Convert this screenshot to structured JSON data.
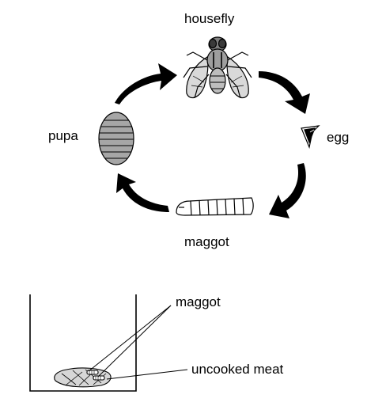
{
  "cycle": {
    "stages": {
      "adult": "housefly",
      "egg": "egg",
      "larva": "maggot",
      "pupa": "pupa"
    },
    "arrows": [
      "adult-to-egg",
      "egg-to-maggot",
      "maggot-to-pupa",
      "pupa-to-adult"
    ]
  },
  "jar": {
    "maggot_label": "maggot",
    "meat_label": "uncooked meat"
  },
  "icons": [
    "housefly-icon",
    "egg-icon",
    "maggot-icon",
    "pupa-icon",
    "meat-icon",
    "jar-icon",
    "arrow-icon"
  ],
  "colors": {
    "ink": "#000000",
    "pupa_fill": "#a6a6a6",
    "background": "#ffffff"
  }
}
